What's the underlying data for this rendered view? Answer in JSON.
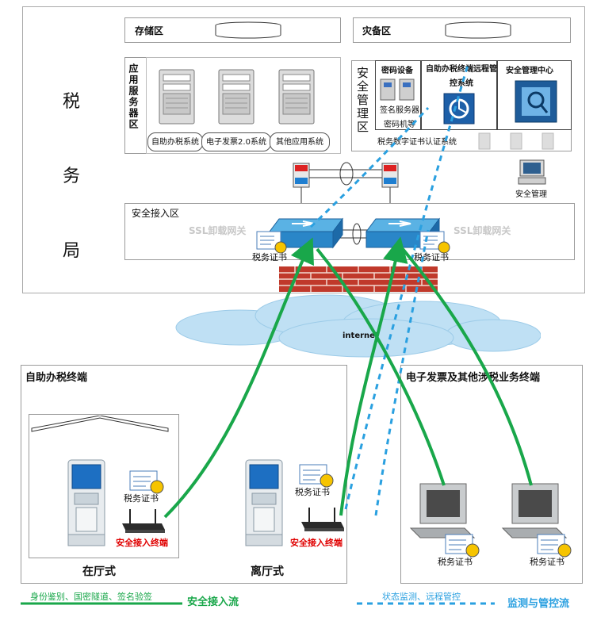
{
  "bureau": {
    "chars": [
      "税",
      "务",
      "局"
    ]
  },
  "storage": {
    "label": "存储区"
  },
  "disaster": {
    "label": "灾备区"
  },
  "app_servers": {
    "label": "应用服务器区",
    "systems": [
      "自助办税系统",
      "电子发票2.0系统",
      "其他应用系统"
    ]
  },
  "security_mgmt": {
    "label": "安全管理区",
    "crypto": {
      "title": "密码设备",
      "line1": "签名服务器",
      "line2": "密码机等"
    },
    "remote": {
      "title": "自助办税终端远程管控系统"
    },
    "center": {
      "title": "安全管理中心"
    },
    "ca": "税务数字证书认证系统",
    "workstation": "安全管理"
  },
  "access_zone": {
    "label": "安全接入区",
    "gateway_left": "SSL卸载网关",
    "gateway_right": "SSL卸载网关",
    "cert_left": "税务证书",
    "cert_right": "税务证书"
  },
  "internet": "internet",
  "self_service": {
    "title": "自助办税终端",
    "in_hall": "在厅式",
    "off_hall": "离厅式",
    "cert1": "税务证书",
    "cert2": "税务证书",
    "terminal1": "安全接入终端",
    "terminal2": "安全接入终端"
  },
  "einvoice": {
    "title": "电子发票及其他涉税业务终端",
    "cert1": "税务证书",
    "cert2": "税务证书"
  },
  "legend": {
    "green_desc": "身份鉴别、国密隧道、签名验签",
    "green_label": "安全接入流",
    "blue_desc": "状态监测、远程管控",
    "blue_label": "监测与管控流"
  },
  "colors": {
    "green": "#19a74a",
    "blue": "#2aa0e0",
    "red": "#e00000"
  }
}
